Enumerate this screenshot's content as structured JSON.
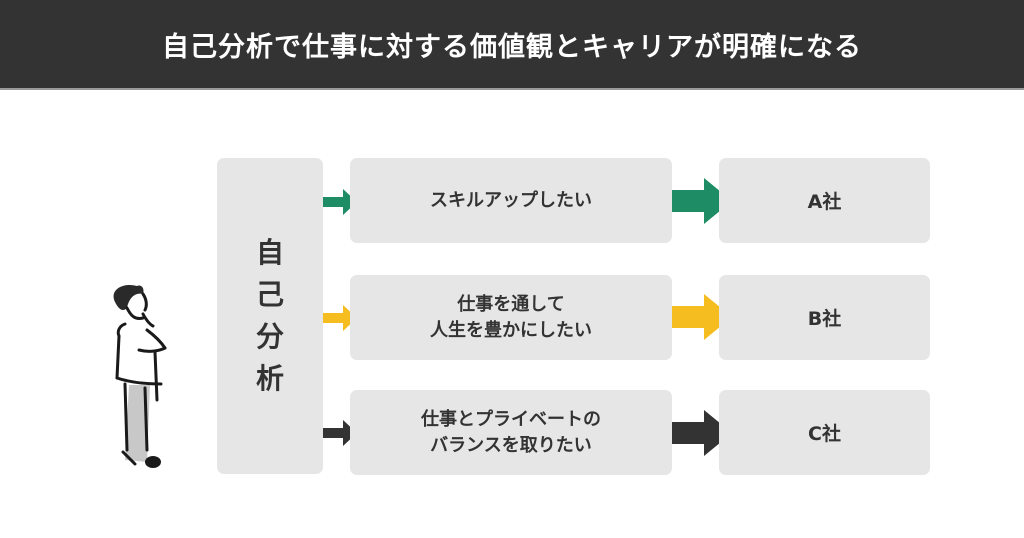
{
  "header": {
    "title": "自己分析で仕事に対する価値観とキャリアが明確になる"
  },
  "diagram": {
    "source": {
      "label": "自己分析"
    },
    "rows": [
      {
        "value": "スキルアップしたい",
        "company": "A社",
        "color": "#1e8c64"
      },
      {
        "value": "仕事を通して\n人生を豊かにしたい",
        "company": "B社",
        "color": "#f5bd1f"
      },
      {
        "value": "仕事とプライベートの\nバランスを取りたい",
        "company": "C社",
        "color": "#333333"
      }
    ]
  },
  "illustration": {
    "icon": "thinking-person-icon"
  }
}
